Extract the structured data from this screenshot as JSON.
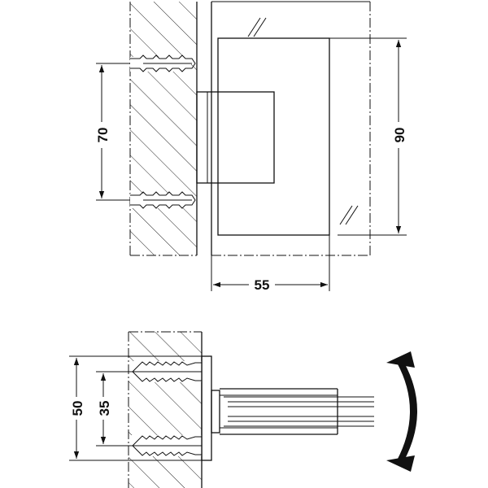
{
  "dimensions": {
    "hole_spacing": "70",
    "glass_height": "90",
    "plate_width": "55",
    "base_height": "50",
    "dowel_spacing": "35"
  },
  "colors": {
    "line": "#111111",
    "background": "#ffffff"
  }
}
